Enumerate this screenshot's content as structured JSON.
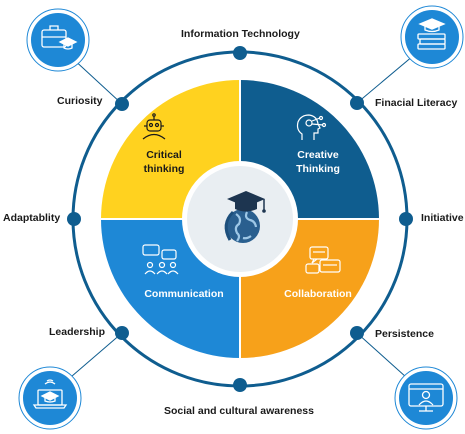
{
  "labels": {
    "top": "Information Technology",
    "bottom": "Social and cultural awareness",
    "left": "Adaptablity",
    "right": "Initiative",
    "upper_left": "Curiosity",
    "upper_right": "Finacial Literacy",
    "lower_left": "Leadership",
    "lower_right": "Persistence"
  },
  "quadrants": {
    "top_left": {
      "line1": "Critical",
      "line2": "thinking",
      "color": "#ffd21f",
      "icon": "robot-head-icon"
    },
    "top_right": {
      "line1": "Creative",
      "line2": "Thinking",
      "color": "#0f5d8f",
      "icon": "head-gears-icon"
    },
    "bottom_left": {
      "line1": "Communication",
      "color": "#1e88d6",
      "icon": "chat-people-icon"
    },
    "bottom_right": {
      "line1": "Collaboration",
      "color": "#f7a11a",
      "icon": "speech-bubbles-icon"
    }
  },
  "center_icon": "graduation-globe-icon",
  "corner_icons": [
    "briefcase-cap-icon",
    "books-cap-icon",
    "laptop-cap-icon",
    "monitor-person-icon"
  ],
  "colors": {
    "ring": "#0f5d8f",
    "corner_bg": "#1e88d6",
    "center_bg": "#e9eef2"
  }
}
